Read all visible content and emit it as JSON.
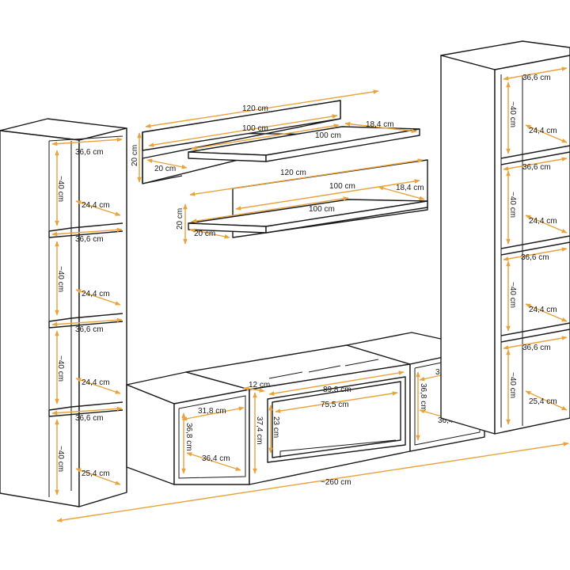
{
  "dimension_color": "#e8a33c",
  "line_color": "#1a1a1a",
  "left_cabinet": {
    "width": "36,6 cm",
    "depth": "24,4 cm",
    "height": "~40 cm",
    "bottom_depth": "25,4 cm"
  },
  "right_cabinet": {
    "width": "36,6 cm",
    "depth": "24,4 cm",
    "height": "~40 cm",
    "bottom_depth": "25,4 cm"
  },
  "shelf_top": {
    "back_length": "120 cm",
    "front_length": "100 cm",
    "shelf_length": "100 cm",
    "shelf_depth": "18,4 cm",
    "height": "20 cm",
    "thickness": "20 cm"
  },
  "shelf_bottom": {
    "back_length": "120 cm",
    "front_length": "100 cm",
    "shelf_length": "100 cm",
    "shelf_depth": "18,4 cm",
    "height": "20 cm",
    "thickness": "20 cm"
  },
  "tv_left_box": {
    "width": "31,8 cm",
    "height": "36,8 cm",
    "depth": "36,4 cm"
  },
  "tv_right_box": {
    "width": "31,8 cm",
    "height": "36,8 cm",
    "depth": "36,4 cm"
  },
  "fireplace": {
    "outer_width": "89,8 cm",
    "inner_width": "75,5 cm",
    "outer_height": "37,4 cm",
    "inner_height": "23 cm",
    "top_gap": "12 cm"
  },
  "total_width": "~260 cm"
}
